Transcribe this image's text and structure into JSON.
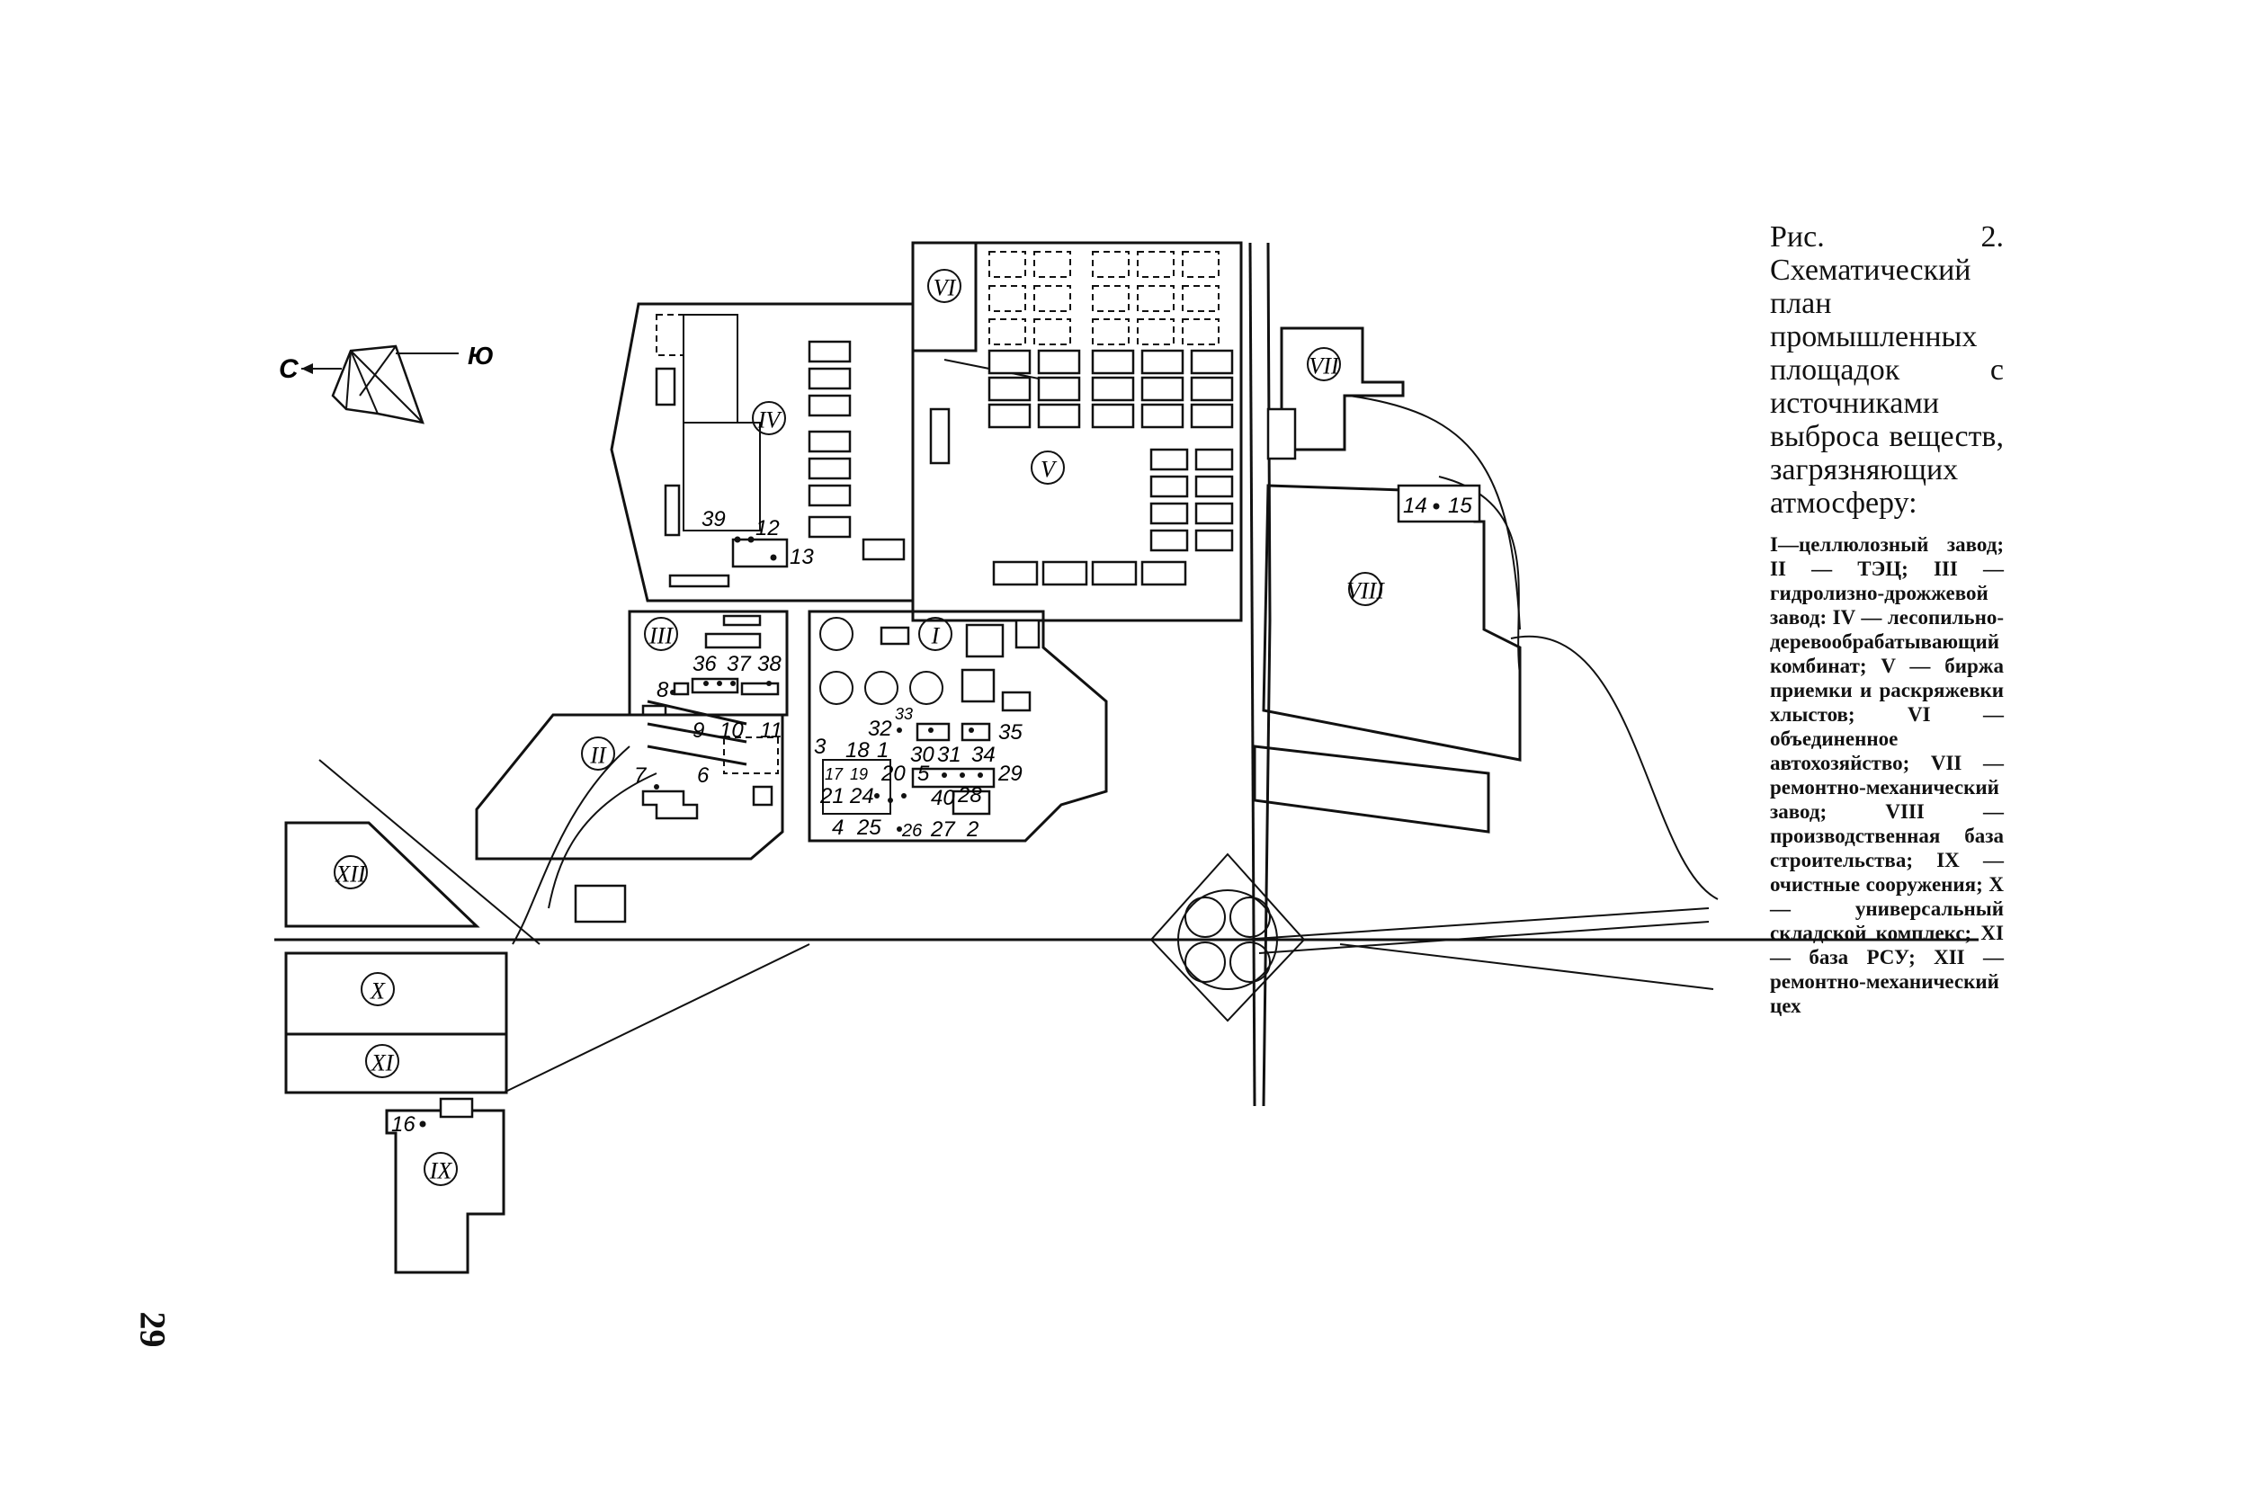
{
  "caption": {
    "title": "Рис. 2. Схематический план промышленных площадок с источниками выброса веществ, загрязняющих атмосферу:",
    "legend": "I—целлюлозный завод; II — ТЭЦ; III — гидролизно-дрожжевой завод: IV — лесопильно-деревообрабатывающий комбинат; V — биржа приемки и раскряжевки хлыстов; VI — объединенное автохозяйство; VII — ремонтно-механический завод; VIII — производственная база строительства; IX — очистные сооружения; X — универсальный складской комплекс; XI — база РСУ; XII — ремонтно-механический цех"
  },
  "page_number": "29",
  "compass": {
    "north": "С",
    "south": "Ю"
  },
  "zones": {
    "I": "I",
    "II": "II",
    "III": "III",
    "IV": "IV",
    "V": "V",
    "VI": "VI",
    "VII": "VII",
    "VIII": "VIII",
    "IX": "IX",
    "X": "X",
    "XI": "XI",
    "XII": "XII"
  },
  "sources": {
    "s1": "1",
    "s2": "2",
    "s3": "3",
    "s4": "4",
    "s5": "5",
    "s6": "6",
    "s7": "7",
    "s8": "8",
    "s9": "9",
    "s10": "10",
    "s11": "11",
    "s12": "12",
    "s13": "13",
    "s14": "14",
    "s15": "15",
    "s16": "16",
    "s17": "17",
    "s18": "18",
    "s19": "19",
    "s20": "20",
    "s21": "21",
    "s24": "24",
    "s25": "25",
    "s26": "26",
    "s27": "27",
    "s28": "28",
    "s29": "29",
    "s30": "30",
    "s31": "31",
    "s32": "32",
    "s33": "33",
    "s34": "34",
    "s35": "35",
    "s36": "36",
    "s37": "37",
    "s38": "38",
    "s39": "39",
    "s40": "40"
  }
}
